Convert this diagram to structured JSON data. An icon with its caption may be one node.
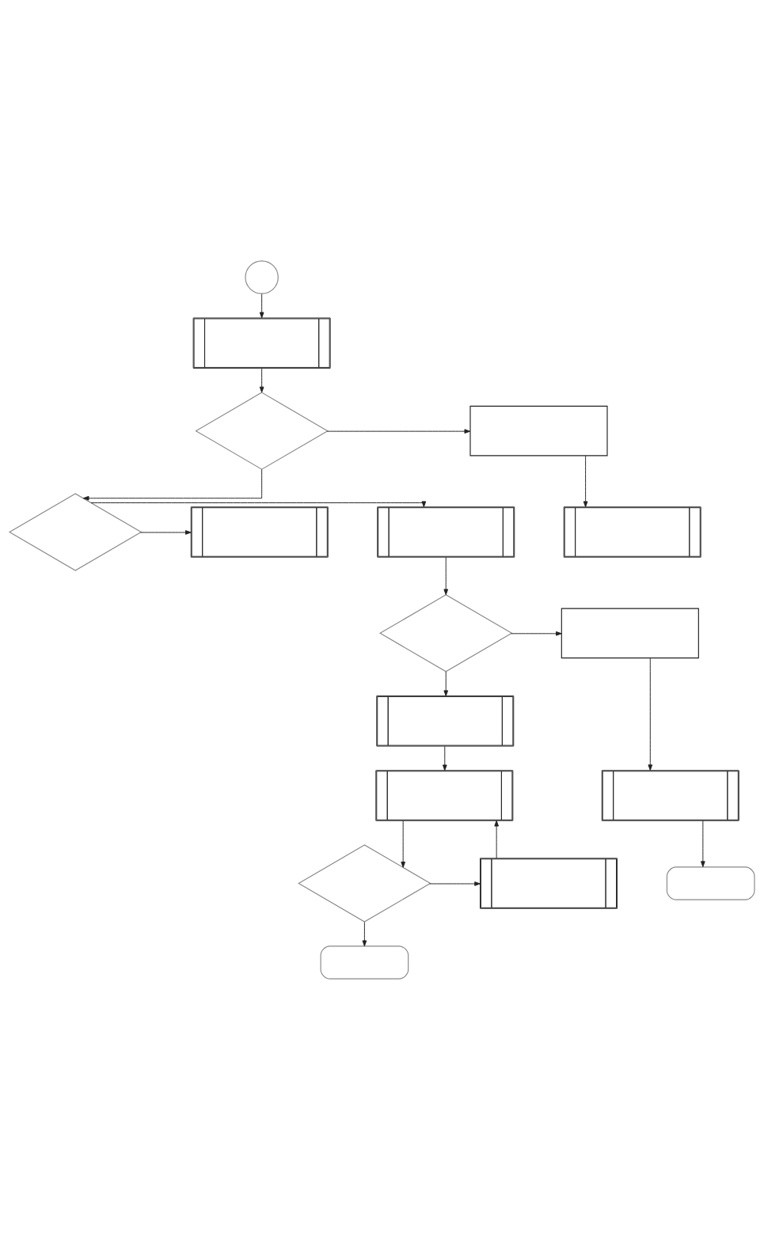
{
  "diagram": {
    "nodes": [
      {
        "text": [],
        "shape": "circle"
      },
      {
        "text": [],
        "shape": "subroutine"
      },
      {
        "text": [],
        "shape": "diamond"
      },
      {
        "text": [],
        "shape": "box"
      },
      {
        "text": [],
        "shape": "subroutine"
      },
      {
        "text": [],
        "shape": "diamond"
      },
      {
        "text": [],
        "shape": "subroutine"
      },
      {
        "text": [],
        "shape": "subroutine"
      },
      {
        "text": [],
        "shape": "diamond"
      },
      {
        "text": [],
        "shape": "box"
      },
      {
        "text": [],
        "shape": "subroutine"
      },
      {
        "text": [],
        "shape": "subroutine"
      },
      {
        "text": [],
        "shape": "subroutine"
      },
      {
        "text": [],
        "shape": "oval"
      },
      {
        "text": [],
        "shape": "diamond"
      },
      {
        "text": [],
        "shape": "oval"
      },
      {
        "text": [],
        "shape": "subroutine"
      }
    ],
    "edges": [
      {
        "from": 0,
        "to": 1,
        "arrow": "to"
      },
      {
        "from": 1,
        "to": 2,
        "arrow": "to"
      },
      {
        "from": 2,
        "to": 3,
        "arrow": "to"
      },
      {
        "from": 2,
        "to": 5,
        "arrow": "to"
      },
      {
        "from": 3,
        "to": 4,
        "arrow": "to"
      },
      {
        "from": 5,
        "to": 7,
        "arrow": "to"
      },
      {
        "from": 5,
        "to": 6,
        "arrow": "to"
      },
      {
        "from": 6,
        "to": 8,
        "arrow": "to"
      },
      {
        "from": 8,
        "to": 9,
        "arrow": "to"
      },
      {
        "from": 8,
        "to": 10,
        "arrow": "to"
      },
      {
        "from": 10,
        "to": 11,
        "arrow": "to"
      },
      {
        "from": 9,
        "to": 12,
        "arrow": "to"
      },
      {
        "from": 12,
        "to": 13,
        "arrow": "to"
      },
      {
        "from": 11,
        "to": 14,
        "arrow": "to"
      },
      {
        "from": 14,
        "to": 15,
        "arrow": "to"
      },
      {
        "from": 14,
        "to": 16,
        "arrow": "to"
      },
      {
        "from": 16,
        "to": 11,
        "arrow": "to"
      }
    ]
  }
}
